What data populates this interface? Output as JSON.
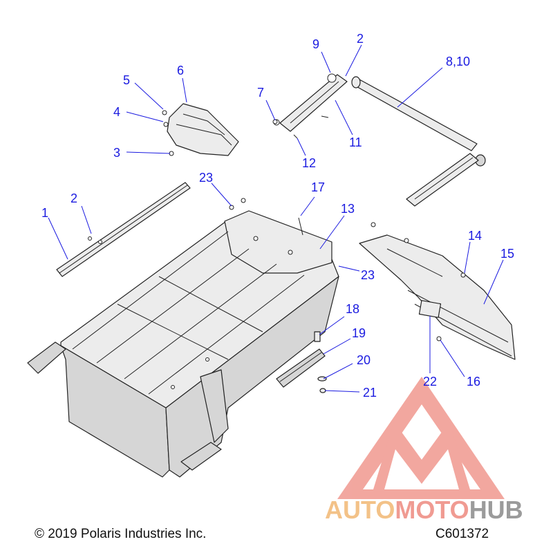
{
  "callouts": {
    "c1": "1",
    "c2a": "2",
    "c2b": "2",
    "c3": "3",
    "c4": "4",
    "c5": "5",
    "c6": "6",
    "c7": "7",
    "c8_10": "8,10",
    "c9": "9",
    "c11": "11",
    "c12": "12",
    "c13": "13",
    "c14": "14",
    "c15": "15",
    "c16": "16",
    "c17": "17",
    "c18": "18",
    "c19": "19",
    "c20": "20",
    "c21": "21",
    "c22": "22",
    "c23a": "23",
    "c23b": "23"
  },
  "footer": {
    "copyright": "© 2019 Polaris Industries Inc.",
    "diagram_id": "C601372"
  },
  "watermark": {
    "part1": "AUTO",
    "part2": "MOTO",
    "part3": "HUB",
    "colors": {
      "triangle": "#ee8a80",
      "auto": "#f2b874",
      "moto": "#ee8a80",
      "hub": "#8a8a8a"
    }
  },
  "colors": {
    "callout": "#1a1ae0",
    "line_art": "#222222"
  }
}
